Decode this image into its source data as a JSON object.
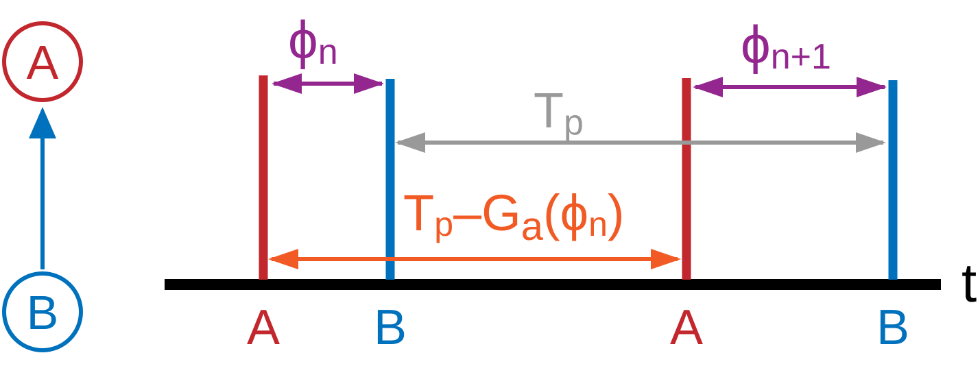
{
  "colors": {
    "a": "#c1272d",
    "b": "#0071bc",
    "phase": "#93278f",
    "period": "#999999",
    "interval": "#f15a24",
    "axis": "#000000"
  },
  "node_a": {
    "label": "A"
  },
  "node_b": {
    "label": "B"
  },
  "axis_label": "t",
  "spikes": [
    {
      "label": "A"
    },
    {
      "label": "B"
    },
    {
      "label": "A"
    },
    {
      "label": "B"
    }
  ],
  "phase_n": {
    "base": "ϕ",
    "sub": "n"
  },
  "phase_n1": {
    "base": "ϕ",
    "sub": "n+1"
  },
  "period": {
    "base": "T",
    "sub": "p"
  },
  "interval": {
    "t": "T",
    "t_sub": "p",
    "dash": "–",
    "g": "G",
    "g_sub": "a",
    "open": "(",
    "phi": "ϕ",
    "phi_sub": "n",
    "close": ")"
  },
  "icons": {
    "arrow_b_to_a": "arrow-up-icon"
  }
}
